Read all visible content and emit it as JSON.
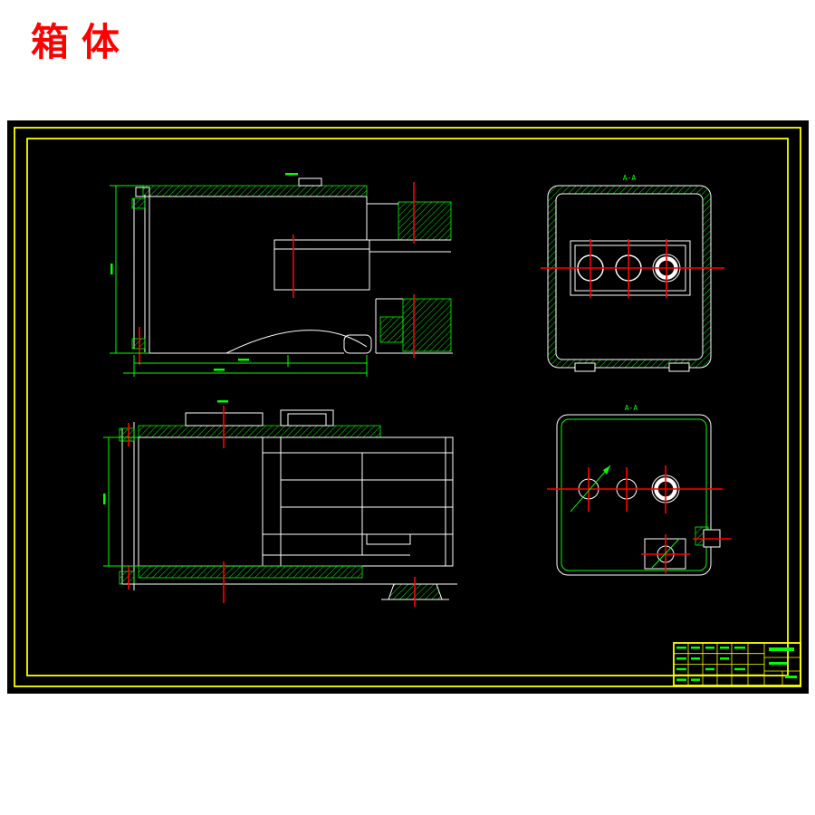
{
  "page": {
    "title": "箱体",
    "background": "#ffffff"
  },
  "drawing": {
    "canvas_color": "#000000",
    "colors": {
      "frame": "#ffff00",
      "outline": "#ffffff",
      "hatch": "#00ff00",
      "centerline": "#ff0000",
      "dimension": "#00ff00",
      "title_text": "#ff0000"
    },
    "views": {
      "end_section": {
        "label": "A-A"
      },
      "end_view": {
        "label": "A-A"
      }
    }
  }
}
